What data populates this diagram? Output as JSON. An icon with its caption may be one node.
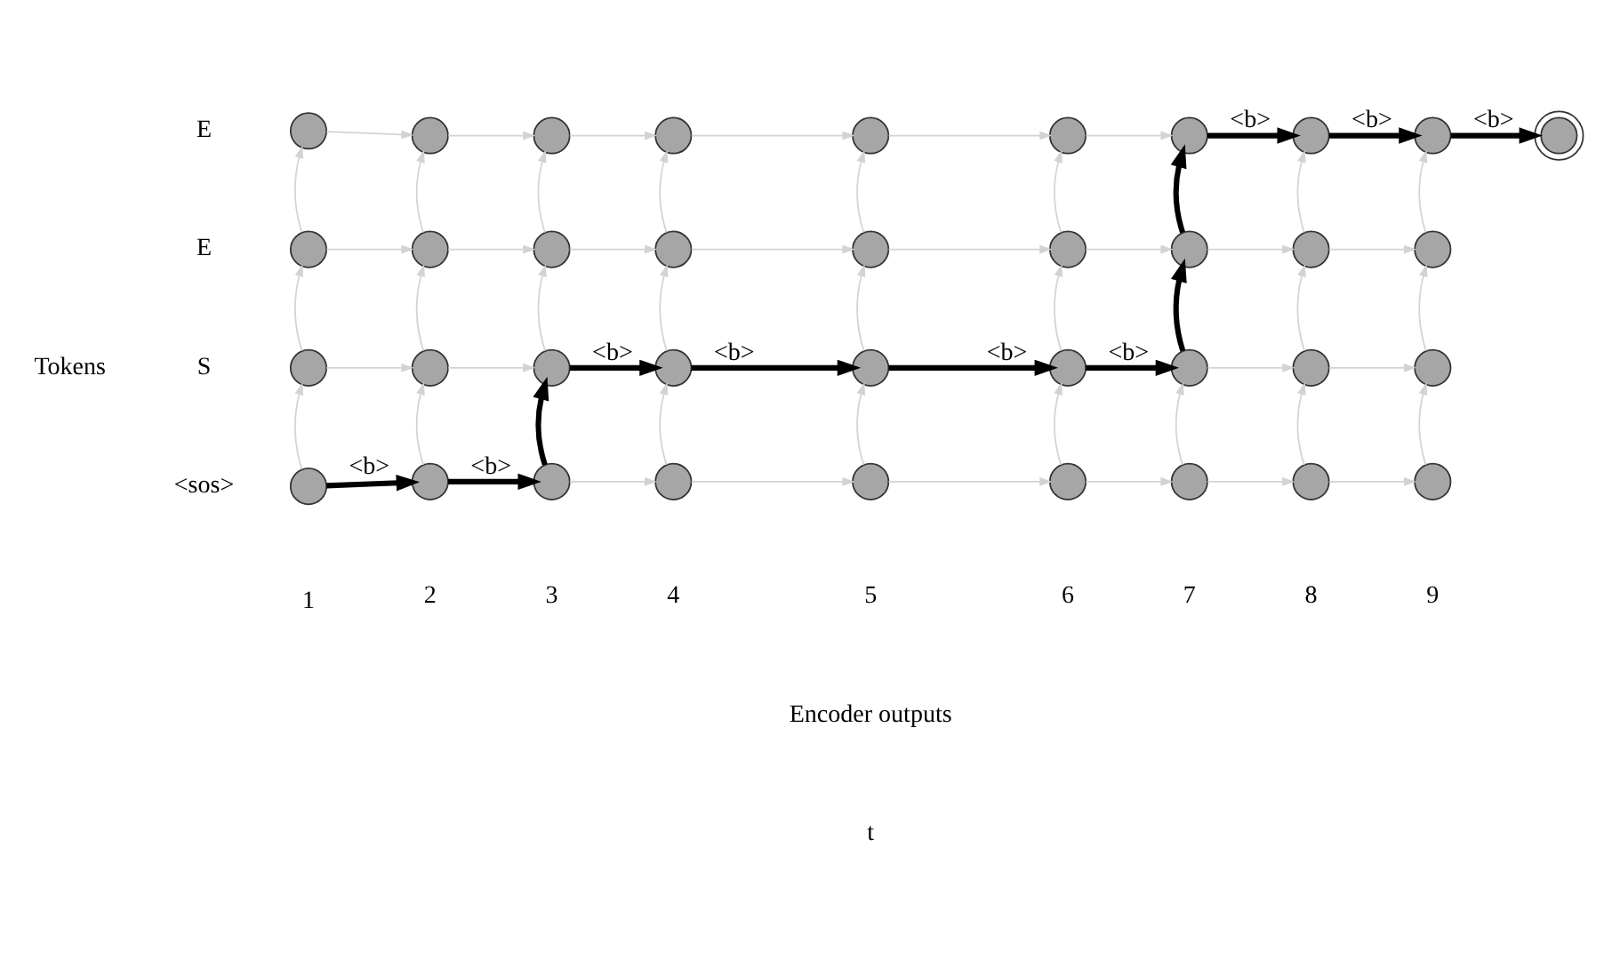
{
  "diagram": {
    "nodes": [
      {
        "text": [],
        "shape": "circle"
      },
      {
        "text": [],
        "shape": "circle"
      },
      {
        "text": [],
        "shape": "circle"
      },
      {
        "text": [],
        "shape": "circle"
      },
      {
        "text": [],
        "shape": "circle"
      },
      {
        "text": [],
        "shape": "circle"
      },
      {
        "text": [],
        "shape": "circle"
      },
      {
        "text": [],
        "shape": "circle"
      },
      {
        "text": [],
        "shape": "circle"
      },
      {
        "text": [],
        "shape": "doublecircle"
      },
      {
        "text": [],
        "shape": "circle"
      },
      {
        "text": [],
        "shape": "circle"
      },
      {
        "text": [],
        "shape": "circle"
      },
      {
        "text": [],
        "shape": "circle"
      },
      {
        "text": [],
        "shape": "circle"
      },
      {
        "text": [],
        "shape": "circle"
      },
      {
        "text": [],
        "shape": "circle"
      },
      {
        "text": [],
        "shape": "circle"
      },
      {
        "text": [],
        "shape": "circle"
      },
      {
        "text": [],
        "shape": "circle"
      },
      {
        "text": [],
        "shape": "circle"
      },
      {
        "text": [],
        "shape": "circle"
      },
      {
        "text": [],
        "shape": "circle"
      },
      {
        "text": [],
        "shape": "circle"
      },
      {
        "text": [],
        "shape": "circle"
      },
      {
        "text": [],
        "shape": "circle"
      },
      {
        "text": [],
        "shape": "circle"
      },
      {
        "text": [],
        "shape": "circle"
      },
      {
        "text": [],
        "shape": "circle"
      },
      {
        "text": [],
        "shape": "circle"
      },
      {
        "text": [],
        "shape": "circle"
      },
      {
        "text": [],
        "shape": "circle"
      },
      {
        "text": [],
        "shape": "circle"
      },
      {
        "text": [],
        "shape": "circle"
      },
      {
        "text": [],
        "shape": "circle"
      },
      {
        "text": [],
        "shape": "circle"
      },
      {
        "text": [],
        "shape": "circle"
      }
    ],
    "edges": [
      {
        "from": 0,
        "to": 1,
        "arrow": "to"
      },
      {
        "from": 1,
        "to": 2,
        "arrow": "to"
      },
      {
        "from": 2,
        "to": 3,
        "arrow": "to"
      },
      {
        "from": 3,
        "to": 4,
        "arrow": "to"
      },
      {
        "from": 4,
        "to": 5,
        "arrow": "to"
      },
      {
        "from": 5,
        "to": 6,
        "arrow": "to"
      },
      {
        "from": 6,
        "to": 7,
        "arrow": "to",
        "label": "<b>",
        "style": "thick",
        "color": "#000000"
      },
      {
        "from": 7,
        "to": 8,
        "arrow": "to",
        "label": "<b>",
        "style": "thick",
        "color": "#000000"
      },
      {
        "from": 8,
        "to": 9,
        "arrow": "to",
        "label": "<b>",
        "style": "thick",
        "color": "#000000"
      },
      {
        "from": 10,
        "to": 11,
        "arrow": "to"
      },
      {
        "from": 11,
        "to": 12,
        "arrow": "to"
      },
      {
        "from": 12,
        "to": 13,
        "arrow": "to"
      },
      {
        "from": 13,
        "to": 14,
        "arrow": "to"
      },
      {
        "from": 14,
        "to": 15,
        "arrow": "to"
      },
      {
        "from": 15,
        "to": 16,
        "arrow": "to"
      },
      {
        "from": 16,
        "to": 17,
        "arrow": "to"
      },
      {
        "from": 17,
        "to": 18,
        "arrow": "to"
      },
      {
        "from": 19,
        "to": 20,
        "arrow": "to"
      },
      {
        "from": 20,
        "to": 21,
        "arrow": "to"
      },
      {
        "from": 21,
        "to": 22,
        "arrow": "to",
        "label": "<b>",
        "style": "thick",
        "color": "#000000"
      },
      {
        "from": 22,
        "to": 23,
        "arrow": "to",
        "label": "<b>",
        "style": "thick",
        "color": "#000000"
      },
      {
        "from": 23,
        "to": 24,
        "arrow": "to",
        "label": "<b>",
        "style": "thick",
        "color": "#000000"
      },
      {
        "from": 24,
        "to": 25,
        "arrow": "to",
        "label": "<b>",
        "style": "thick",
        "color": "#000000"
      },
      {
        "from": 25,
        "to": 26,
        "arrow": "to"
      },
      {
        "from": 26,
        "to": 27,
        "arrow": "to"
      },
      {
        "from": 28,
        "to": 29,
        "arrow": "to",
        "label": "<b>",
        "style": "thick",
        "color": "#000000"
      },
      {
        "from": 29,
        "to": 30,
        "arrow": "to",
        "label": "<b>",
        "style": "thick",
        "color": "#000000"
      },
      {
        "from": 30,
        "to": 31,
        "arrow": "to"
      },
      {
        "from": 31,
        "to": 32,
        "arrow": "to"
      },
      {
        "from": 32,
        "to": 33,
        "arrow": "to"
      },
      {
        "from": 33,
        "to": 34,
        "arrow": "to"
      },
      {
        "from": 34,
        "to": 35,
        "arrow": "to"
      },
      {
        "from": 35,
        "to": 36,
        "arrow": "to"
      },
      {
        "from": 28,
        "to": 19,
        "arrow": "to"
      },
      {
        "from": 29,
        "to": 20,
        "arrow": "to"
      },
      {
        "from": 30,
        "to": 21,
        "arrow": "to",
        "style": "thick",
        "color": "#000000"
      },
      {
        "from": 31,
        "to": 22,
        "arrow": "to"
      },
      {
        "from": 32,
        "to": 23,
        "arrow": "to"
      },
      {
        "from": 33,
        "to": 24,
        "arrow": "to"
      },
      {
        "from": 34,
        "to": 25,
        "arrow": "to"
      },
      {
        "from": 35,
        "to": 26,
        "arrow": "to"
      },
      {
        "from": 36,
        "to": 27,
        "arrow": "to"
      },
      {
        "from": 19,
        "to": 10,
        "arrow": "to"
      },
      {
        "from": 20,
        "to": 11,
        "arrow": "to"
      },
      {
        "from": 21,
        "to": 12,
        "arrow": "to"
      },
      {
        "from": 22,
        "to": 13,
        "arrow": "to"
      },
      {
        "from": 23,
        "to": 14,
        "arrow": "to"
      },
      {
        "from": 24,
        "to": 15,
        "arrow": "to"
      },
      {
        "from": 25,
        "to": 16,
        "arrow": "to",
        "style": "thick",
        "color": "#000000"
      },
      {
        "from": 26,
        "to": 17,
        "arrow": "to"
      },
      {
        "from": 27,
        "to": 18,
        "arrow": "to"
      },
      {
        "from": 10,
        "to": 0,
        "arrow": "to"
      },
      {
        "from": 11,
        "to": 1,
        "arrow": "to"
      },
      {
        "from": 12,
        "to": 2,
        "arrow": "to"
      },
      {
        "from": 13,
        "to": 3,
        "arrow": "to"
      },
      {
        "from": 14,
        "to": 4,
        "arrow": "to"
      },
      {
        "from": 15,
        "to": 5,
        "arrow": "to"
      },
      {
        "from": 16,
        "to": 6,
        "arrow": "to",
        "style": "thick",
        "color": "#000000"
      },
      {
        "from": 17,
        "to": 7,
        "arrow": "to"
      },
      {
        "from": 18,
        "to": 8,
        "arrow": "to"
      }
    ],
    "labels": [
      "E",
      "E",
      "Tokens",
      "S",
      "<sos>",
      "1",
      "2",
      "3",
      "4",
      "5",
      "6",
      "7",
      "8",
      "9",
      "Encoder outputs",
      "t"
    ]
  }
}
